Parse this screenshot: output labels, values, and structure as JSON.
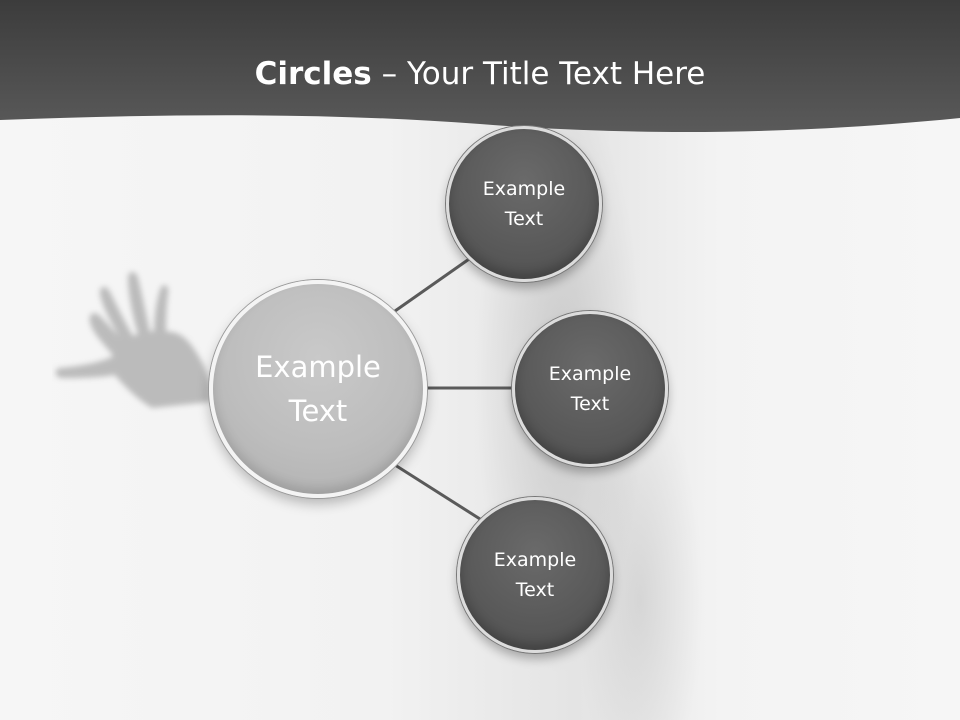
{
  "title": {
    "bold_part": "Circles",
    "rest_part": " – Your Title Text Here"
  },
  "colors": {
    "header": "#4a4a4a",
    "main_circle": "#bdbdbd",
    "small_circle": "#5a5a5a",
    "connector": "#5a5a5a",
    "text": "#ffffff"
  },
  "diagram": {
    "center": {
      "line1": "Example",
      "line2": "Text"
    },
    "nodes": [
      {
        "line1": "Example",
        "line2": "Text"
      },
      {
        "line1": "Example",
        "line2": "Text"
      },
      {
        "line1": "Example",
        "line2": "Text"
      }
    ]
  }
}
